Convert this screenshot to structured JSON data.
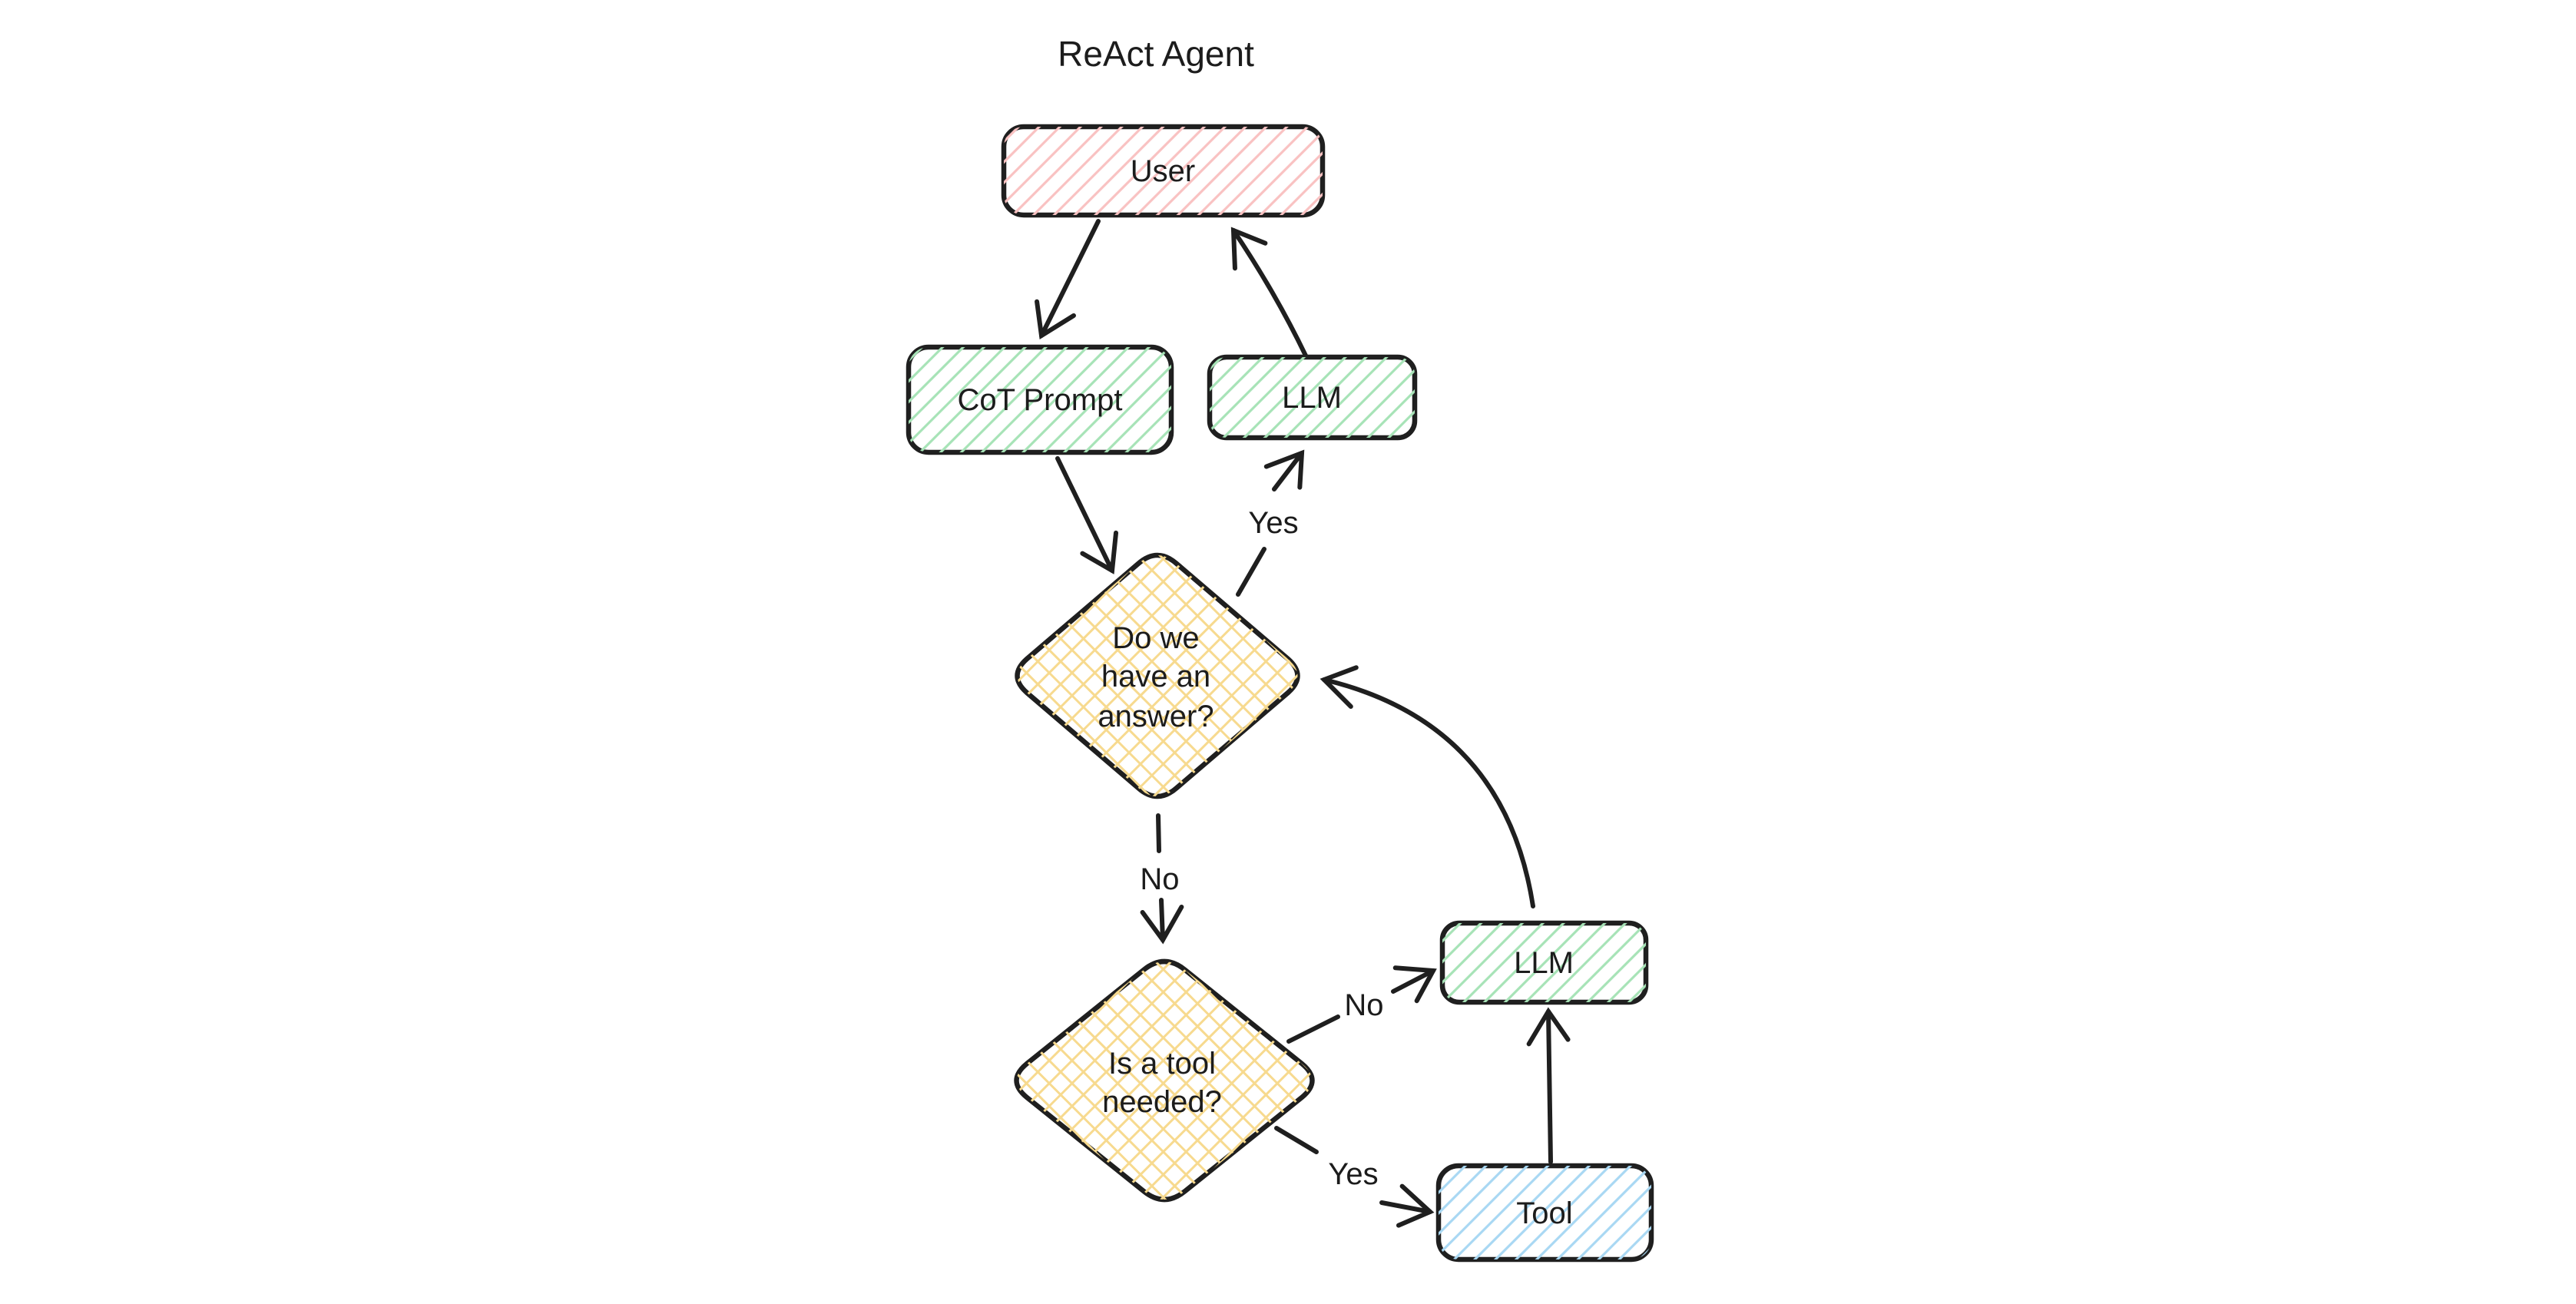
{
  "title": "ReAct Agent",
  "nodes": {
    "user": {
      "label": "User"
    },
    "cot_prompt": {
      "label": "CoT Prompt"
    },
    "llm_top": {
      "label": "LLM"
    },
    "decision_answer": {
      "lines": [
        "Do we",
        "have an",
        "answer?"
      ]
    },
    "decision_tool": {
      "lines": [
        "Is a tool",
        "needed?"
      ]
    },
    "llm_right": {
      "label": "LLM"
    },
    "tool": {
      "label": "Tool"
    }
  },
  "edge_labels": {
    "answer_yes": "Yes",
    "answer_no": "No",
    "tool_no": "No",
    "tool_yes": "Yes"
  },
  "colors": {
    "ink": "#1f1f1f",
    "user_hatch": "#f9c2c2",
    "llm_hatch": "#a7e3b7",
    "decision_hatch": "#f7da8f",
    "tool_hatch": "#a9d8f3",
    "background": "#ffffff"
  }
}
